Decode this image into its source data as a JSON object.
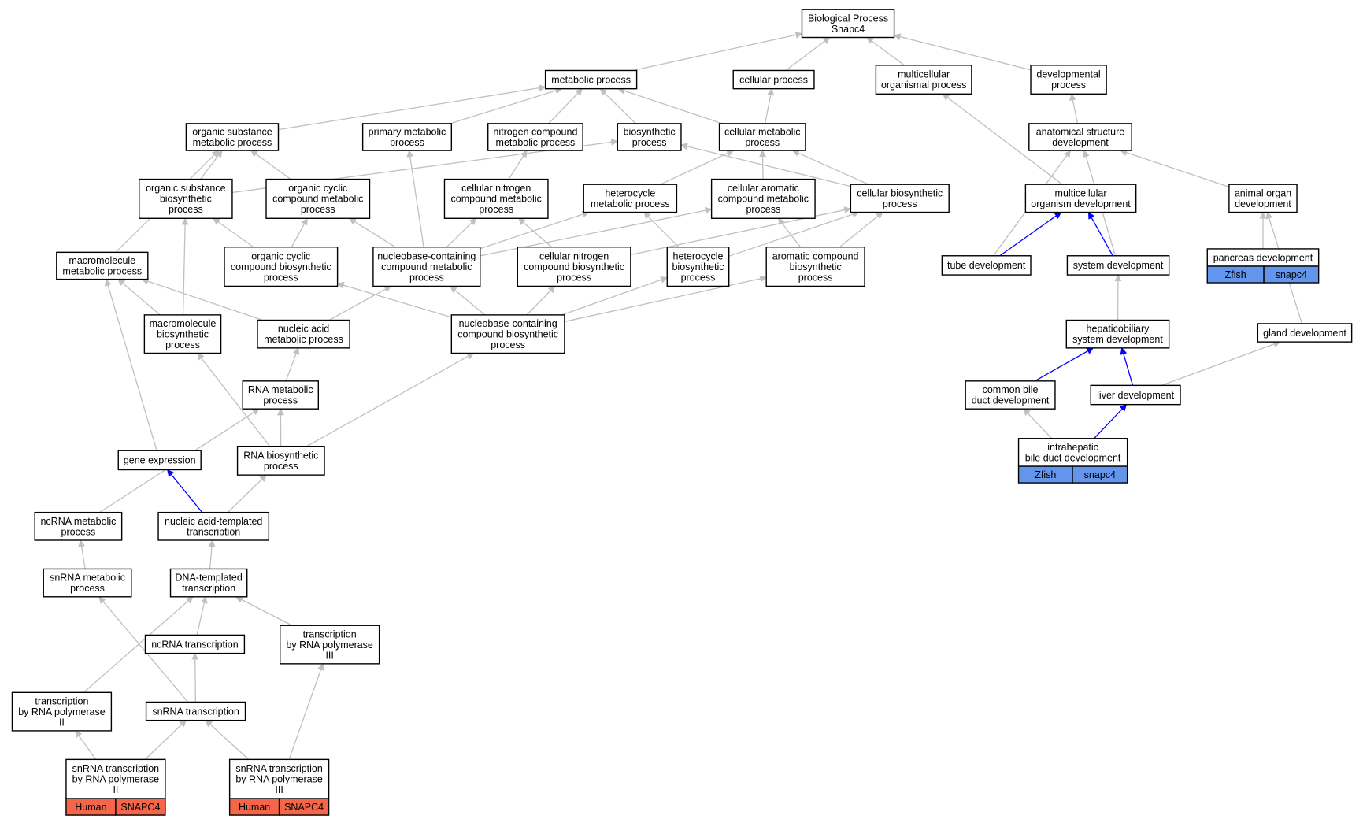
{
  "colors": {
    "gray_edge": "#c0c0c0",
    "blue_edge": "#0000ff",
    "human_fill": "#f4654a",
    "zfish_fill": "#6495ed"
  },
  "nodes": {
    "bp": {
      "lines": [
        "Biological Process",
        "Snapc4"
      ]
    },
    "metab": {
      "lines": [
        "metabolic process"
      ]
    },
    "cellp": {
      "lines": [
        "cellular process"
      ]
    },
    "multip": {
      "lines": [
        "multicellular",
        "organismal process"
      ]
    },
    "devp": {
      "lines": [
        "developmental",
        "process"
      ]
    },
    "orgsubmet": {
      "lines": [
        "organic substance",
        "metabolic process"
      ]
    },
    "primmet": {
      "lines": [
        "primary metabolic",
        "process"
      ]
    },
    "nitmet": {
      "lines": [
        "nitrogen compound",
        "metabolic process"
      ]
    },
    "biosyn": {
      "lines": [
        "biosynthetic",
        "process"
      ]
    },
    "cellmet": {
      "lines": [
        "cellular metabolic",
        "process"
      ]
    },
    "anatdev": {
      "lines": [
        "anatomical structure",
        "development"
      ]
    },
    "orgsubbio": {
      "lines": [
        "organic substance",
        "biosynthetic",
        "process"
      ]
    },
    "orgcycmet": {
      "lines": [
        "organic cyclic",
        "compound metabolic",
        "process"
      ]
    },
    "cellnitmet": {
      "lines": [
        "cellular nitrogen",
        "compound metabolic",
        "process"
      ]
    },
    "hetmet": {
      "lines": [
        "heterocycle",
        "metabolic process"
      ]
    },
    "cellaromet": {
      "lines": [
        "cellular aromatic",
        "compound metabolic",
        "process"
      ]
    },
    "cellbio": {
      "lines": [
        "cellular biosynthetic",
        "process"
      ]
    },
    "multidev": {
      "lines": [
        "multicellular",
        "organism development"
      ]
    },
    "animorg": {
      "lines": [
        "animal organ",
        "development"
      ]
    },
    "macromet": {
      "lines": [
        "macromolecule",
        "metabolic process"
      ]
    },
    "orgcycbio": {
      "lines": [
        "organic cyclic",
        "compound biosynthetic",
        "process"
      ]
    },
    "nbcmet": {
      "lines": [
        "nucleobase-containing",
        "compound metabolic",
        "process"
      ]
    },
    "cellnitbio": {
      "lines": [
        "cellular nitrogen",
        "compound biosynthetic",
        "process"
      ]
    },
    "hetbio": {
      "lines": [
        "heterocycle",
        "biosynthetic",
        "process"
      ]
    },
    "arobio": {
      "lines": [
        "aromatic compound",
        "biosynthetic",
        "process"
      ]
    },
    "tubedev": {
      "lines": [
        "tube development"
      ]
    },
    "sysdev": {
      "lines": [
        "system development"
      ]
    },
    "pancdev": {
      "lines": [
        "pancreas development"
      ]
    },
    "macrobio": {
      "lines": [
        "macromolecule",
        "biosynthetic",
        "process"
      ]
    },
    "nucmet": {
      "lines": [
        "nucleic acid",
        "metabolic process"
      ]
    },
    "nbcbio": {
      "lines": [
        "nucleobase-containing",
        "compound biosynthetic",
        "process"
      ]
    },
    "hepdev": {
      "lines": [
        "hepaticobiliary",
        "system development"
      ]
    },
    "glanddev": {
      "lines": [
        "gland development"
      ]
    },
    "rnamet": {
      "lines": [
        "RNA metabolic",
        "process"
      ]
    },
    "cbddev": {
      "lines": [
        "common bile",
        "duct development"
      ]
    },
    "liverdev": {
      "lines": [
        "liver development"
      ]
    },
    "geneexp": {
      "lines": [
        "gene expression"
      ]
    },
    "rnabio": {
      "lines": [
        "RNA biosynthetic",
        "process"
      ]
    },
    "ihbdev": {
      "lines": [
        "intrahepatic",
        "bile duct development"
      ]
    },
    "ncrnamet": {
      "lines": [
        "ncRNA metabolic",
        "process"
      ]
    },
    "natt": {
      "lines": [
        "nucleic acid-templated",
        "transcription"
      ]
    },
    "snrnamet": {
      "lines": [
        "snRNA metabolic",
        "process"
      ]
    },
    "dnat": {
      "lines": [
        "DNA-templated",
        "transcription"
      ]
    },
    "ncrnat": {
      "lines": [
        "ncRNA transcription"
      ]
    },
    "tpol3": {
      "lines": [
        "transcription",
        "by RNA polymerase",
        "III"
      ]
    },
    "tpol2": {
      "lines": [
        "transcription",
        "by RNA polymerase",
        "II"
      ]
    },
    "snrnat": {
      "lines": [
        "snRNA transcription"
      ]
    },
    "snpol2": {
      "lines": [
        "snRNA transcription",
        "by RNA polymerase",
        "II"
      ]
    },
    "snpol3": {
      "lines": [
        "snRNA transcription",
        "by RNA polymerase",
        "III"
      ]
    }
  },
  "annotations": {
    "pancdev": [
      "Zfish",
      "snapc4"
    ],
    "ihbdev": [
      "Zfish",
      "snapc4"
    ],
    "snpol2": [
      "Human",
      "SNAPC4"
    ],
    "snpol3": [
      "Human",
      "SNAPC4"
    ]
  }
}
